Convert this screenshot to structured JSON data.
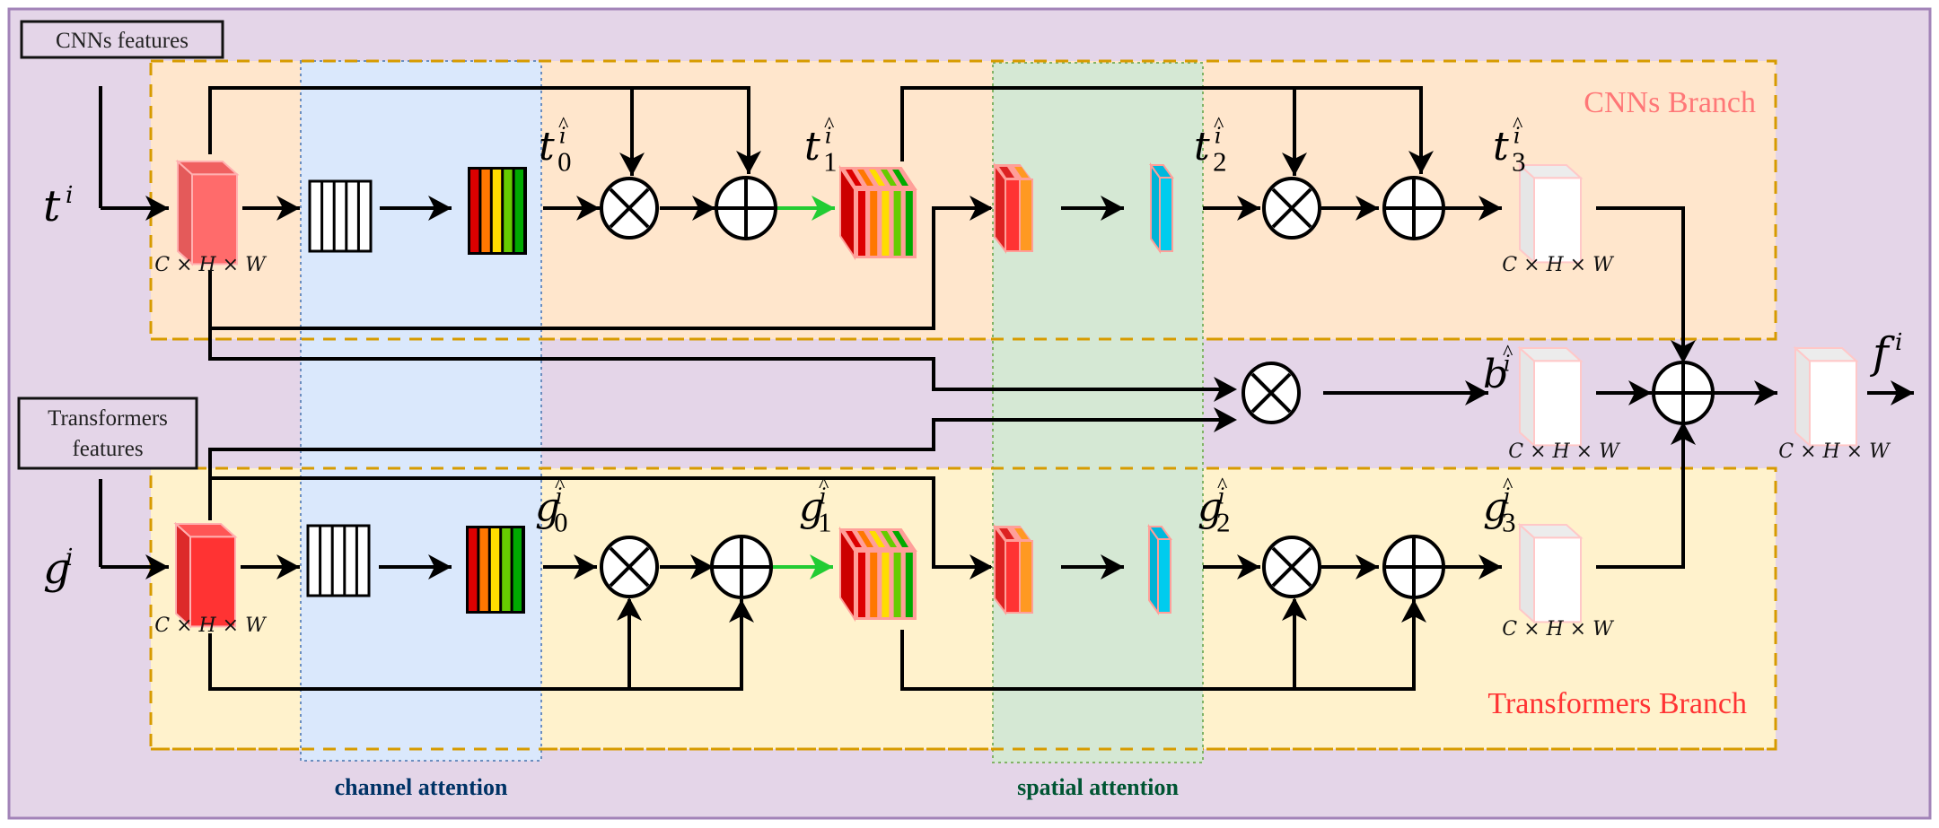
{
  "diagram": {
    "inputs": {
      "cnn_box": "CNNs features",
      "trans_box_line1": "Transformers",
      "trans_box_line2": "features"
    },
    "branches": {
      "cnn_label": "CNNs Branch",
      "trans_label": "Transformers Branch"
    },
    "modules": {
      "channel": "channel attention",
      "spatial": "spatial attention"
    },
    "symbols": {
      "t_in": "t",
      "t_in_sup": "i",
      "g_in": "g",
      "g_in_sup": "i",
      "t0": "t",
      "t0_sub": "0",
      "t1": "t",
      "t1_sub": "1",
      "t2": "t",
      "t2_sub": "2",
      "t3": "t",
      "t3_sub": "3",
      "g0": "g",
      "g0_sub": "0",
      "g1": "g",
      "g1_sub": "1",
      "g2": "g",
      "g2_sub": "2",
      "g3": "g",
      "g3_sub": "3",
      "b": "b",
      "f": "f",
      "f_sup": "i",
      "hat_sup": "i",
      "hat": "^"
    },
    "dims": "C × H × W",
    "colors": {
      "frame_bg": "#e4d5e8",
      "frame_border": "#9b7bb0",
      "cnn_bg": "#ffe6cc",
      "trans_bg": "#fff2cc",
      "branch_border": "#d79b00",
      "channel_bg": "#dae8fc",
      "channel_border": "#6c8ebf",
      "spatial_bg": "#d5e8d4",
      "spatial_border": "#82b366",
      "cnn_label": "#ff7777",
      "trans_label": "#ff3333",
      "channel_label": "#003366",
      "spatial_label": "#005533",
      "green_arrow": "#22cc33"
    }
  }
}
